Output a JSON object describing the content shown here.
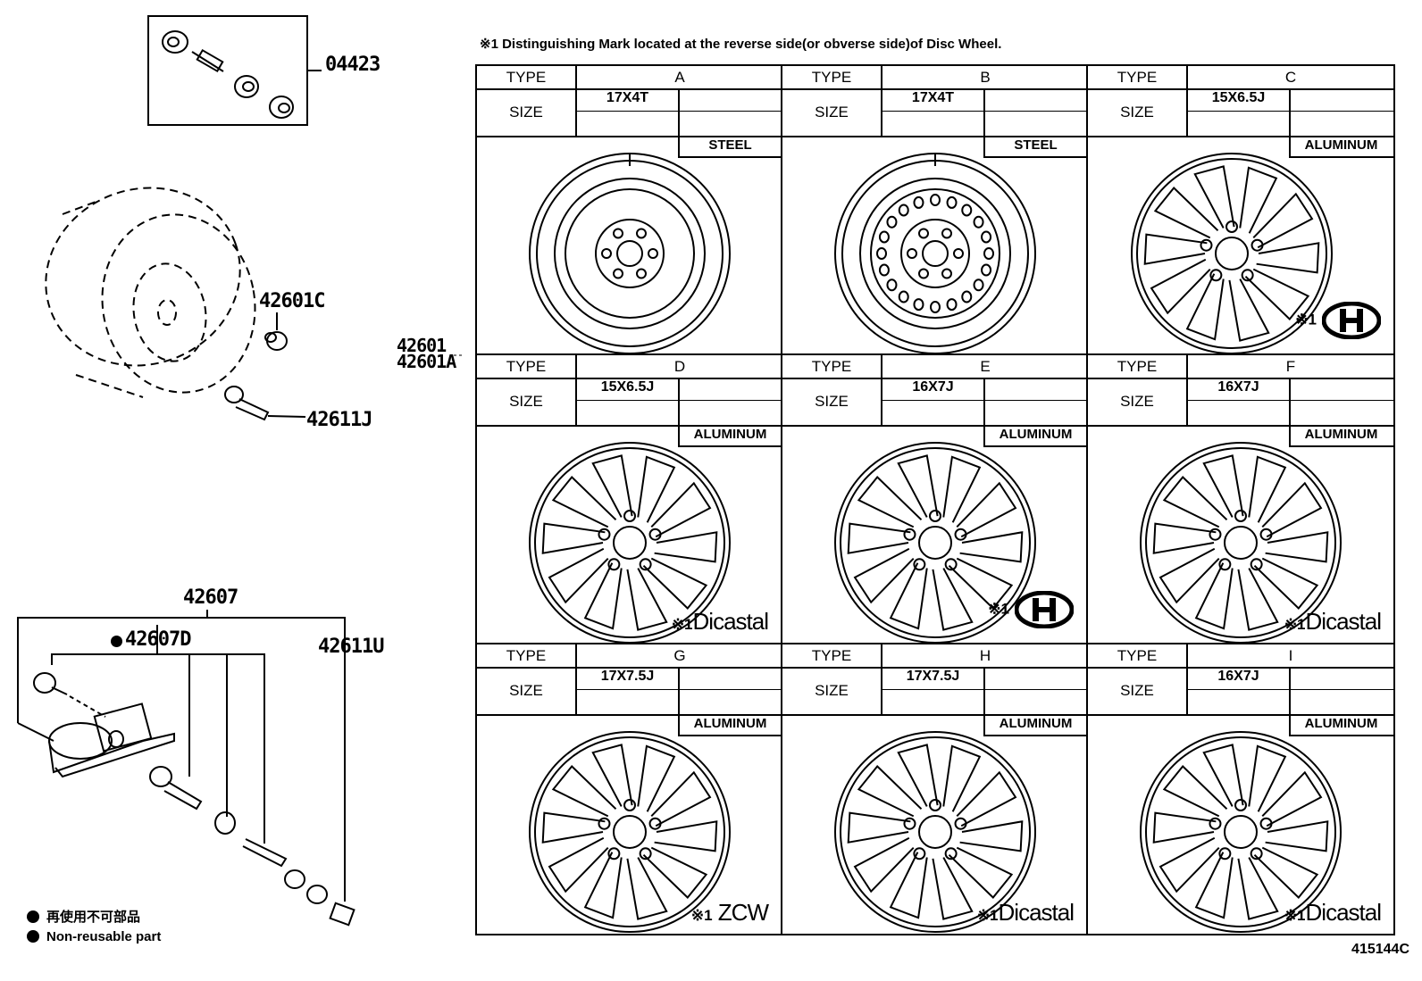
{
  "note": "※1 Distinguishing Mark located at the reverse side(or obverse side)of Disc Wheel.",
  "parts": {
    "valve_kit": "04423",
    "wheel_assy_1": "42601",
    "wheel_assy_2": "42601A",
    "cap": "42601C",
    "valve": "42611J",
    "sensor_assy": "42607",
    "sensor_sub": "42607D",
    "valve_u": "42611U"
  },
  "labels": {
    "type": "TYPE",
    "size": "SIZE"
  },
  "wheels": [
    {
      "type": "A",
      "size": "17X4T",
      "material": "STEEL",
      "mark": "",
      "style": "steel-a"
    },
    {
      "type": "B",
      "size": "17X4T",
      "material": "STEEL",
      "mark": "",
      "style": "steel-b"
    },
    {
      "type": "C",
      "size": "15X6.5J",
      "material": "ALUMINUM",
      "mark": "※1",
      "brand": "logo-h",
      "style": "alloy"
    },
    {
      "type": "D",
      "size": "15X6.5J",
      "material": "ALUMINUM",
      "mark": "※1",
      "brand": "Dicastal",
      "style": "alloy"
    },
    {
      "type": "E",
      "size": "16X7J",
      "material": "ALUMINUM",
      "mark": "※1",
      "brand": "logo-h",
      "style": "alloy"
    },
    {
      "type": "F",
      "size": "16X7J",
      "material": "ALUMINUM",
      "mark": "※1",
      "brand": "Dicastal",
      "style": "alloy"
    },
    {
      "type": "G",
      "size": "17X7.5J",
      "material": "ALUMINUM",
      "mark": "※1",
      "brand": "ZCW",
      "style": "alloy"
    },
    {
      "type": "H",
      "size": "17X7.5J",
      "material": "ALUMINUM",
      "mark": "※1",
      "brand": "Dicastal",
      "style": "alloy"
    },
    {
      "type": "I",
      "size": "16X7J",
      "material": "ALUMINUM",
      "mark": "※1",
      "brand": "Dicastal",
      "style": "alloy"
    }
  ],
  "legend": {
    "jp": "再使用不可部品",
    "en": "Non-reusable part"
  },
  "diagram_code": "415144C"
}
